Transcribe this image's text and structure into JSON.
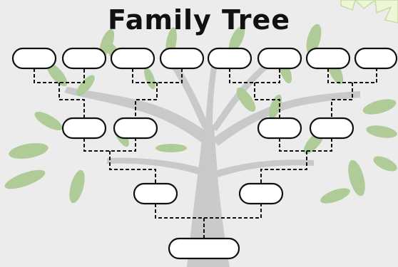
{
  "title": "Family Tree",
  "colors": {
    "background": "#ececec",
    "tree_trunk": "#c4c4c4",
    "leaves": "#a9c98f",
    "box_fill": "#ffffff",
    "box_stroke": "#111111",
    "connector": "#111111",
    "starburst": "#eef6d8"
  },
  "tree": {
    "generations": 4,
    "great_grandparents_count": 8,
    "grandparents_count": 4,
    "parents_count": 2,
    "self_count": 1
  }
}
